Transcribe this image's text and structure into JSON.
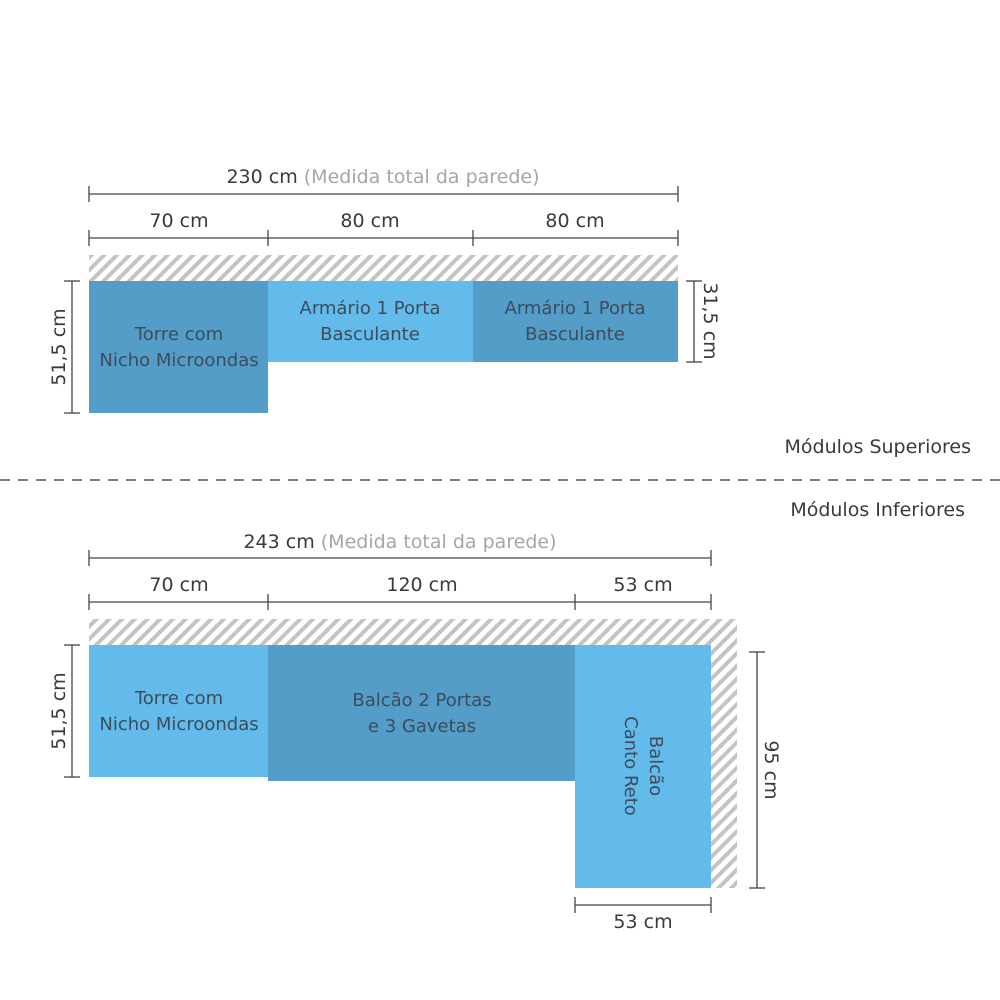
{
  "upper": {
    "total": {
      "value": "230 cm",
      "note": "(Medida total da parede)"
    },
    "segments": [
      "70 cm",
      "80 cm",
      "80 cm"
    ],
    "height_left": "51,5 cm",
    "height_right": "31,5 cm",
    "modules": [
      {
        "line1": "Torre com",
        "line2": "Nicho Microondas"
      },
      {
        "line1": "Armário 1 Porta",
        "line2": "Basculante"
      },
      {
        "line1": "Armário 1 Porta",
        "line2": "Basculante"
      }
    ],
    "section_label": "Módulos Superiores"
  },
  "lower": {
    "section_label": "Módulos Inferiores",
    "total": {
      "value": "243 cm",
      "note": "(Medida total da parede)"
    },
    "segments": [
      "70 cm",
      "120 cm",
      "53 cm"
    ],
    "height_left": "51,5 cm",
    "height_right": "95 cm",
    "bottom_width": "53 cm",
    "modules": [
      {
        "line1": "Torre com",
        "line2": "Nicho Microondas"
      },
      {
        "line1": "Balcão 2 Portas",
        "line2": "e 3 Gavetas"
      },
      {
        "line1": "Balcão",
        "line2": "Canto Reto"
      }
    ]
  },
  "colors": {
    "light_blue": "#62bbea",
    "dark_blue": "#539dc8",
    "wall_hatch": "#c8c8c8",
    "text": "#3a3a3a",
    "note_gray": "#a6a6a6"
  }
}
